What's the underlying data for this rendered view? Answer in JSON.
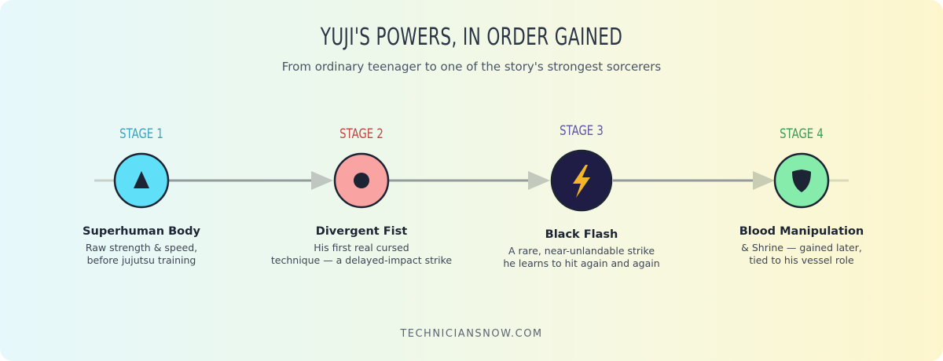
{
  "title": "Yuji's Powers, in Order Gained",
  "subtitle": "From ordinary teenager to one of the story's strongest sorcerers",
  "footer": "TECHNICIANSNOW.COM",
  "stages": [
    {
      "stage_label": "STAGE 1",
      "name": "Superhuman Body",
      "desc": [
        "Raw strength & speed,",
        "before jujutsu training"
      ],
      "icon": "triangle-icon",
      "color": "#5fdff8",
      "label_color": "#3aa3bf"
    },
    {
      "stage_label": "STAGE 2",
      "name": "Divergent Fist",
      "desc": [
        "His first real cursed",
        "technique — a delayed-impact strike"
      ],
      "icon": "dot-icon",
      "color": "#f9a3a3",
      "label_color": "#c5443f"
    },
    {
      "stage_label": "STAGE 3",
      "name": "Black Flash",
      "desc": [
        "A rare, near-unlandable strike",
        "he learns to hit again and again"
      ],
      "icon": "lightning-icon",
      "color": "#1f1d45",
      "label_color": "#5a54a8"
    },
    {
      "stage_label": "STAGE 4",
      "name": "Blood Manipulation",
      "desc": [
        "& Shrine — gained later,",
        "tied to his vessel role"
      ],
      "icon": "shield-icon",
      "color": "#85ecac",
      "label_color": "#3d9a56"
    }
  ]
}
